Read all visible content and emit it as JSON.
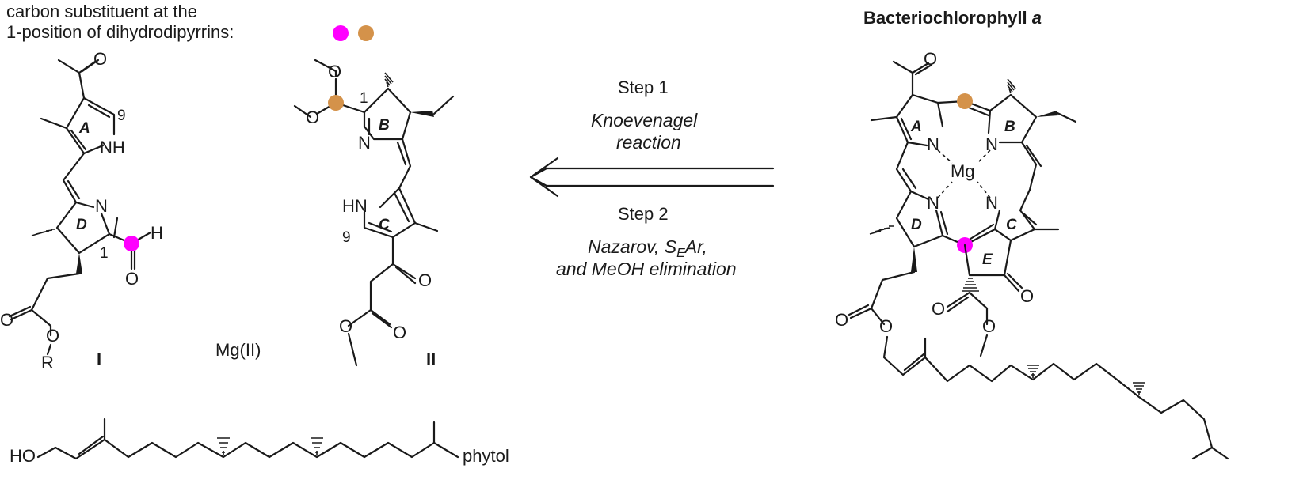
{
  "colors": {
    "magenta_dot": "#ff00ff",
    "orange_dot": "#d4924a",
    "ring_red": "#e8111a",
    "ring_blue": "#1a2aff",
    "ring_green": "#1a9a3a",
    "ink": "#1a1a1a"
  },
  "legend": {
    "line1": "carbon substituent at the",
    "line2": "1-position of dihydrodipyrrins:"
  },
  "compound_I": {
    "label": "I",
    "ring_A": "A",
    "ring_D": "D",
    "pos_9": "9",
    "pos_1": "1",
    "atom_NH": "NH",
    "atom_N": "N",
    "atom_H": "H",
    "atom_O_ketone": "O",
    "atom_O_aldehyde": "O",
    "atom_O_ester1": "O",
    "atom_O_ester2": "O",
    "atom_R": "R"
  },
  "metal_reagent": "Mg(II)",
  "compound_II": {
    "label": "II",
    "ring_B": "B",
    "ring_C": "C",
    "pos_1": "1",
    "pos_9": "9",
    "atom_N": "N",
    "atom_HN": "HN",
    "atom_O_ome1": "O",
    "atom_O_ome2": "O",
    "atom_O_ketone": "O",
    "atom_O_ester1": "O",
    "atom_O_ester2": "O"
  },
  "reaction": {
    "step1": "Step 1",
    "step1_detail_1": "Knoevenagel",
    "step1_detail_2": "reaction",
    "step2": "Step 2",
    "step2_detail_1a": "Nazarov, S",
    "step2_detail_1_sub": "E",
    "step2_detail_1b": "Ar,",
    "step2_detail_2": "and MeOH elimination"
  },
  "product": {
    "title_main": "Bacteriochlorophyll ",
    "title_italic": "a",
    "ring_A": "A",
    "ring_B": "B",
    "ring_C": "C",
    "ring_D": "D",
    "ring_E": "E",
    "metal": "Mg",
    "atom_N1": "N",
    "atom_N2": "N",
    "atom_N3": "N",
    "atom_N4": "N",
    "atom_O_acetyl": "O",
    "atom_O_ketone": "O",
    "atom_O_ester1": "O",
    "atom_O_ester2": "O",
    "atom_O_phytyl1": "O",
    "atom_O_phytyl2": "O"
  },
  "phytol": {
    "label": "phytol",
    "atom_HO": "HO"
  }
}
